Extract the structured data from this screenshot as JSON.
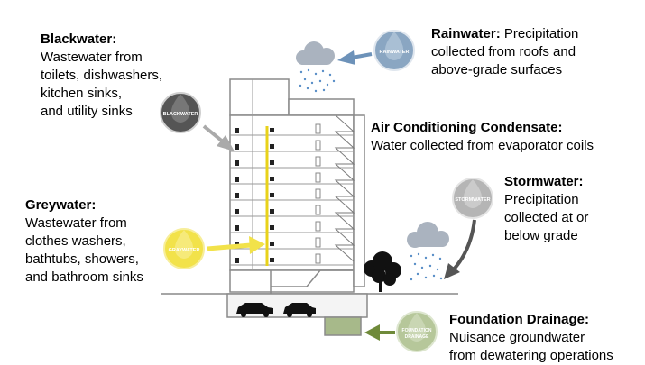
{
  "blackwater": {
    "title": "Blackwater:",
    "lines": [
      "Wastewater from",
      "toilets, dishwashers,",
      "kitchen sinks,",
      "and utility sinks"
    ],
    "badge": "BLACKWATER",
    "color": "#555555"
  },
  "rainwater": {
    "title": "Rainwater:",
    "desc_first": "Precipitation",
    "lines": [
      "collected from roofs and",
      "above-grade surfaces"
    ],
    "badge": "RAINWATER",
    "color": "#8aa6c2"
  },
  "condensate": {
    "title": "Air Conditioning Condensate:",
    "lines": [
      "Water collected from evaporator coils"
    ]
  },
  "stormwater": {
    "title": "Stormwater:",
    "lines": [
      "Precipitation",
      "collected at or",
      "below grade"
    ],
    "badge": "STORMWATER",
    "color": "#b5b5b5"
  },
  "greywater": {
    "title": "Greywater:",
    "lines": [
      "Wastewater from",
      "clothes washers,",
      "bathtubs, showers,",
      "and bathroom sinks"
    ],
    "badge": "GRAYWATER",
    "color": "#f2e24a"
  },
  "foundation": {
    "title": "Foundation Drainage:",
    "lines": [
      "Nuisance groundwater",
      "from dewatering operations"
    ],
    "badge_line1": "FOUNDATION",
    "badge_line2": "DRAINAGE",
    "color": "#b6c79a"
  }
}
